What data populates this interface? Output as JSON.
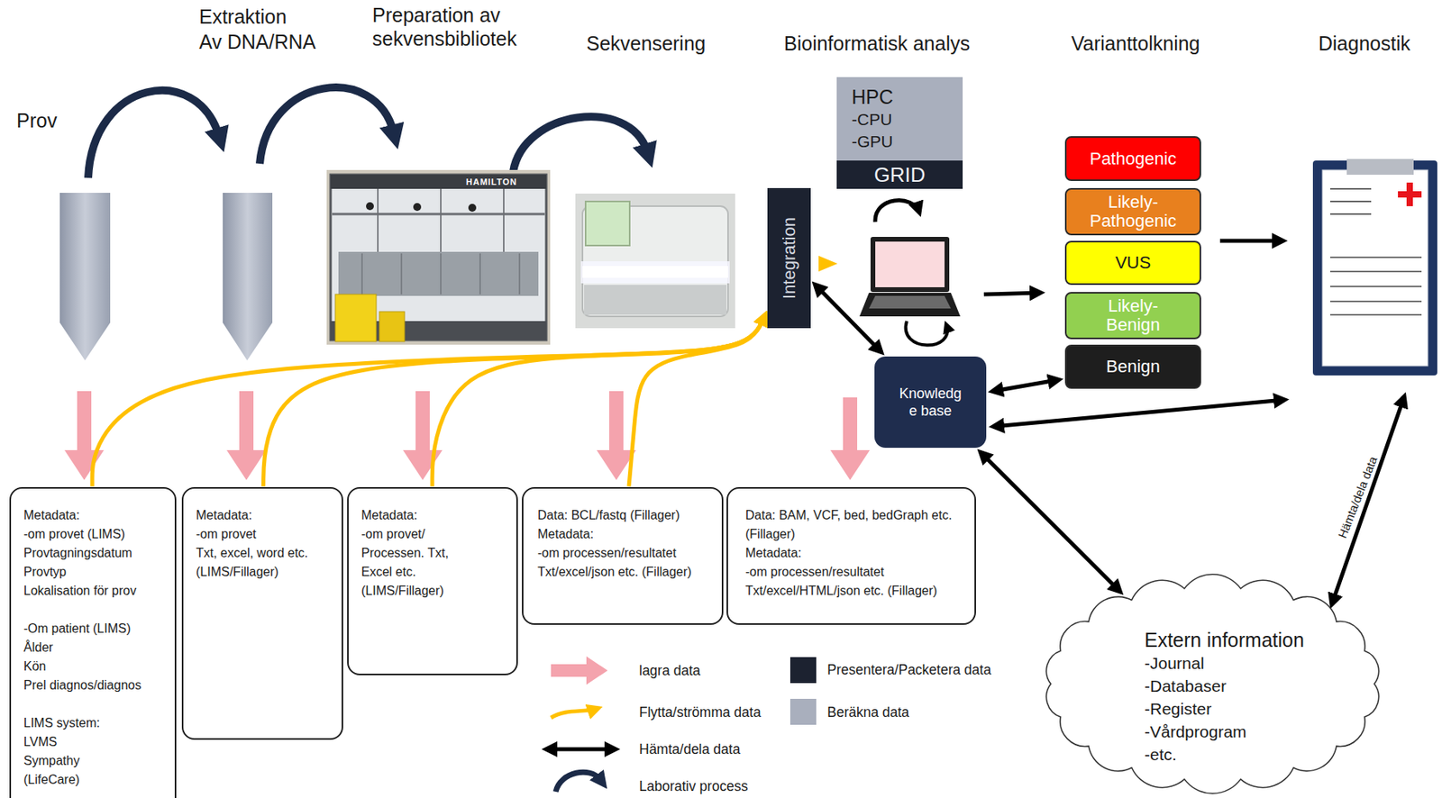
{
  "diagram": {
    "nodes": [
      {
        "text": [
          "Integration"
        ]
      },
      {
        "text": [
          "HPC",
          "-CPU",
          "-GPU"
        ]
      },
      {
        "text": [
          "GRID"
        ]
      },
      {
        "text": [
          "Pathogenic"
        ]
      },
      {
        "text": [
          "Likely- Pathogenic"
        ]
      },
      {
        "text": [
          "VUS"
        ]
      },
      {
        "text": [
          "Likely- Benign"
        ]
      },
      {
        "text": [
          "Benign"
        ]
      },
      {
        "text": [
          "Knowledg e base"
        ]
      },
      {
        "text": [
          "Metadata:",
          "-om provet (LIMS)",
          "Provtagningsdatum",
          "Provtyp",
          "Lokalisation för prov",
          "-Om patient (LIMS)",
          "Ålder",
          "Kön",
          "Prel diagnos/diagnos",
          "LIMS system:",
          "LVMS",
          "Sympathy",
          "(LifeCare)"
        ]
      },
      {
        "text": [
          "Metadata:",
          "-om provet",
          "Txt, excel, word etc.",
          "(LIMS/Fillager)"
        ]
      },
      {
        "text": [
          "Metadata:",
          "-om provet/",
          "Processen. Txt,",
          "Excel etc.",
          "(LIMS/Fillager)"
        ]
      },
      {
        "text": [
          "Data: BCL/fastq (Fillager)",
          "Metadata:",
          "-om processen/resultatet",
          "Txt/excel/json etc. (Fillager)"
        ]
      },
      {
        "text": [
          "Data: BAM, VCF, bed, bedGraph etc. (Fillager)",
          "Metadata:",
          "-om processen/resultatet",
          "Txt/excel/HTML/json etc. (Fillager)"
        ]
      },
      {
        "text": [
          "Extern information",
          "-Journal",
          "-Databaser",
          "-Register",
          "-Vårdprogram",
          "-etc."
        ]
      }
    ],
    "edges": [
      {
        "from": 9,
        "to": 0,
        "arrow": "to"
      },
      {
        "from": 10,
        "to": 0,
        "arrow": "to"
      },
      {
        "from": 11,
        "to": 0,
        "arrow": "to"
      },
      {
        "from": 12,
        "to": 0,
        "arrow": "to"
      },
      {
        "from": 0,
        "to": 8,
        "arrow": "both"
      },
      {
        "from": 8,
        "to": 7,
        "arrow": "both"
      },
      {
        "from": 8,
        "to": 14,
        "arrow": "both"
      }
    ],
    "labels": [
      "Prov",
      "Extraktion",
      "Av DNA/RNA",
      "Preparation av sekvensbibliotek",
      "Sekvensering",
      "Bioinformatisk analys",
      "Varianttolkning",
      "Diagnostik",
      "HAMILTON",
      "Hämta/dela data"
    ],
    "legend": [
      {
        "text": "lagra data"
      },
      {
        "text": "Flytta/strömma data"
      },
      {
        "text": "Hämta/dela data"
      },
      {
        "text": "Laborativ process"
      },
      {
        "text": "Presentera/Packetera data",
        "color": "#1c2230"
      },
      {
        "text": "Beräkna data",
        "color": "#a9afbd"
      }
    ]
  }
}
